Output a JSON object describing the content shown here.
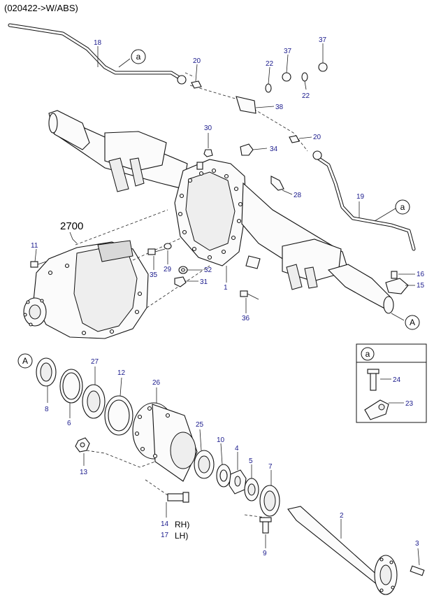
{
  "header": {
    "title": "(020422->W/ABS)"
  },
  "refs": {
    "a": "a",
    "A": "A"
  },
  "inset": {
    "label": "a"
  },
  "group": {
    "label": "2700"
  },
  "side_labels": {
    "rh": "RH)",
    "lh": "LH)"
  },
  "callouts": {
    "c1": "1",
    "c2": "2",
    "c3": "3",
    "c4": "4",
    "c5": "5",
    "c6": "6",
    "c7": "7",
    "c8": "8",
    "c9": "9",
    "c10": "10",
    "c11": "11",
    "c12": "12",
    "c13": "13",
    "c14": "14",
    "c15": "15",
    "c16": "16",
    "c17": "17",
    "c18": "18",
    "c19": "19",
    "c20a": "20",
    "c20b": "20",
    "c22a": "22",
    "c22b": "22",
    "c23": "23",
    "c24": "24",
    "c25": "25",
    "c26": "26",
    "c27": "27",
    "c28": "28",
    "c29": "29",
    "c30": "30",
    "c31": "31",
    "c32": "32",
    "c34": "34",
    "c35": "35",
    "c36": "36",
    "c37a": "37",
    "c37b": "37",
    "c38": "38"
  }
}
